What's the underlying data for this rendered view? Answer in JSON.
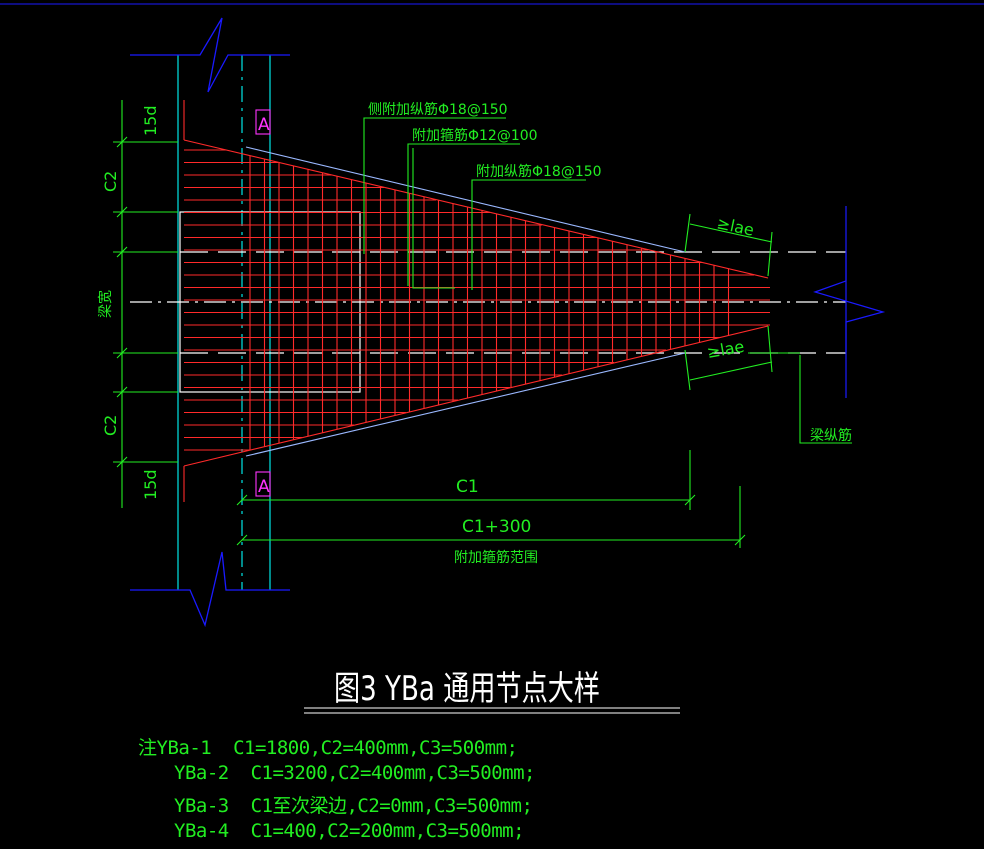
{
  "drawing": {
    "label_side_long": "侧附加纵筋Φ18@150",
    "label_stirrup": "附加箍筋Φ12@100",
    "label_long": "附加纵筋Φ18@150",
    "label_lae_top": "≥lae",
    "label_lae_bottom": "≥lae",
    "label_beam_long": "梁纵筋",
    "label_beam_width": "梁宽",
    "dim_15d_top": "15d",
    "dim_c2_top": "C2",
    "dim_c2_bottom": "C2",
    "dim_15d_bottom": "15d",
    "section_mark_top": "A",
    "section_mark_bottom": "A",
    "dim_c1": "C1",
    "dim_c1_300": "C1+300",
    "dim_range": "附加箍筋范围"
  },
  "title": "图3 YBa 通用节点大样",
  "notes": [
    "注YBa-1  C1=1800,C2=400mm,C3=500mm;",
    "YBa-2  C1=3200,C2=400mm,C3=500mm;",
    "YBa-3  C1至次梁边,C2=0mm,C3=500mm;",
    "YBa-4  C1=400,C2=200mm,C3=500mm;"
  ],
  "colors": {
    "background": "#000000",
    "rebar": "#ff2a2a",
    "dimension": "#22ee22",
    "column": "#00e5e5",
    "break_line": "#1a1aff",
    "outline": "#ffffff",
    "section_mark": "#ff33ff",
    "haunch_edge": "#9ab8ff"
  }
}
